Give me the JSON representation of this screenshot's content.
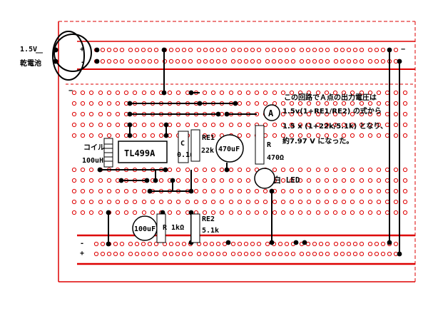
{
  "battery": {
    "voltage": "1.5V",
    "name": "乾電池",
    "plus": "+",
    "minus": "-"
  },
  "components": {
    "ic": "TL499A",
    "coil_label": "コイル",
    "coil_value": "100uH",
    "cap_c_label": "C",
    "cap_c_value": "0.1uF",
    "re1_label": "RE1",
    "re1_value": "22k",
    "cap_big": "470uF",
    "r_label": "R",
    "r_value": "470Ω",
    "point_a": "A",
    "led": "白 LED",
    "cap_small": "100uF",
    "r1k": "R 1kΩ",
    "re2_label": "RE2",
    "re2_value": "5.1k"
  },
  "annotation": [
    "この回路でＡ点の出力電圧は",
    "1.5v(1+RE1/RE2) の式から",
    "1.5 x (1+22k/5.1k) となり、",
    "約7.97 V になった。"
  ],
  "rail_marks": {
    "plus": "+",
    "minus": "-",
    "minus2": "−"
  }
}
